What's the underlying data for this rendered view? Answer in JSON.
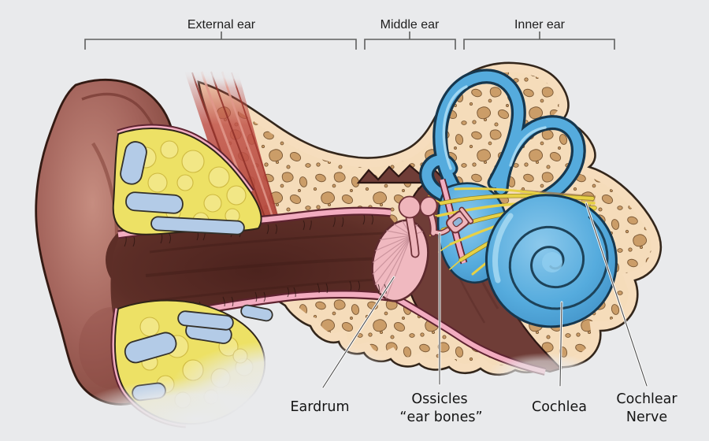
{
  "title": "Ear anatomy diagram",
  "regions": {
    "external": "External ear",
    "middle": "Middle ear",
    "inner": "Inner ear"
  },
  "labels": {
    "eardrum": "Eardrum",
    "ossicles": "Ossicles",
    "ossicles_sub": "“ear bones”",
    "cochlea": "Cochlea",
    "cochlear_nerve_line1": "Cochlear",
    "cochlear_nerve_line2": "Nerve"
  },
  "colors": {
    "background": "#e9eaec",
    "bone_fill": "#f5dcba",
    "bone_speckle": "#cb9d68",
    "bone_outline": "#33261b",
    "skin_light": "#c68d80",
    "skin_mid": "#a2625a",
    "skin_dark": "#7c4238",
    "canal_dark": "#542a24",
    "cavity": "#6f3d37",
    "lining_pink": "#f2acc0",
    "eardrum_pink": "#f0b9c0",
    "ossicle_pink": "#efb5bb",
    "inner_blue": "#55abdd",
    "blue_light": "#aadcf4",
    "blue_dark": "#16374e",
    "nerve_yellow": "#e7d145",
    "fat_yellow": "#ede165",
    "cartilage_blue": "#b3cbe7",
    "muscle_red": "#c1544a"
  }
}
